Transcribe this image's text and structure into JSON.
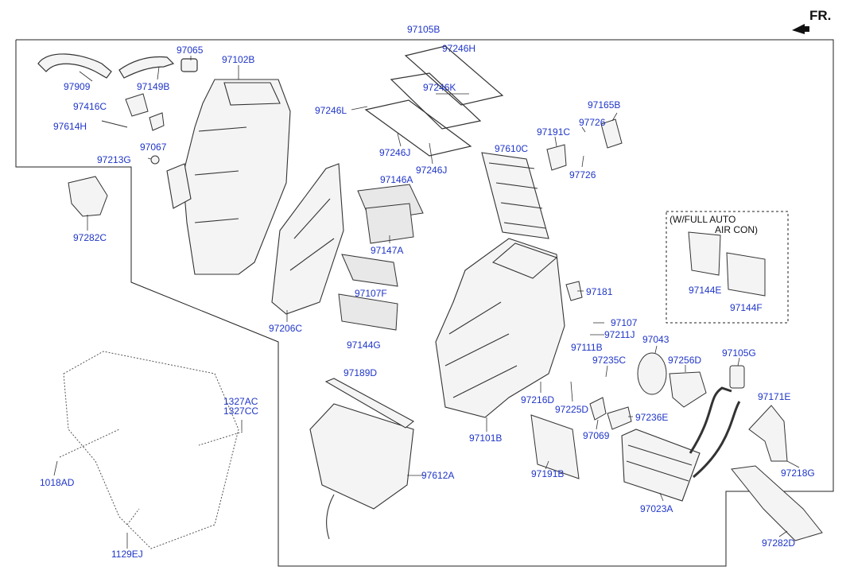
{
  "orientation": {
    "label": "FR.",
    "icon": "front-arrow-icon"
  },
  "note": {
    "line1": "(W/FULL AUTO",
    "line2": "AIR CON)"
  },
  "colors": {
    "label": "#1f35c8",
    "line": "#222222",
    "part_fill": "#f4f4f4",
    "part_stroke": "#333333"
  },
  "parts": [
    "97105B",
    "97246H",
    "97909",
    "97149B",
    "97065",
    "97102B",
    "97246K",
    "97416C",
    "97246L",
    "97165B",
    "97726",
    "97614H",
    "97191C",
    "97067",
    "97246J",
    "97610C",
    "97246J",
    "97726",
    "97213G",
    "97146A",
    "97282C",
    "97147A",
    "97144E",
    "97144F",
    "97107F",
    "97181",
    "97206C",
    "97107",
    "97211J",
    "97144G",
    "97043",
    "97111B",
    "97105G",
    "97256D",
    "97235C",
    "97189D",
    "97171E",
    "97216D",
    "97225D",
    "97236E",
    "1327AC",
    "1327CC",
    "97101B",
    "97069",
    "1018AD",
    "97612A",
    "97191B",
    "97218G",
    "97023A",
    "97282D",
    "1129EJ"
  ]
}
